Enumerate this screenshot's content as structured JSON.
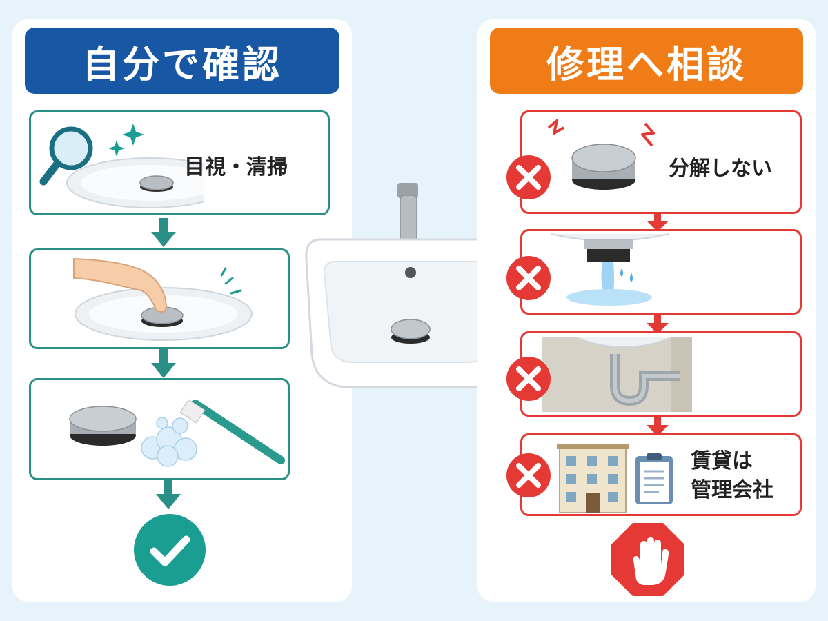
{
  "left": {
    "title": "自分で確認",
    "steps": [
      {
        "label": "目視・清掃"
      },
      {
        "label": ""
      },
      {
        "label": ""
      }
    ],
    "final_icon": "check-icon"
  },
  "right": {
    "title": "修理へ相談",
    "steps": [
      {
        "label": "分解しない"
      },
      {
        "label": ""
      },
      {
        "label": ""
      },
      {
        "label_line1": "賃貸は",
        "label_line2": "管理会社"
      }
    ],
    "final_icon": "stop-hand-icon"
  },
  "colors": {
    "left_header": "#1857a4",
    "right_header": "#ef7c16",
    "teal": "#2a8f86",
    "red": "#e53935",
    "background": "#e6f3fb"
  }
}
